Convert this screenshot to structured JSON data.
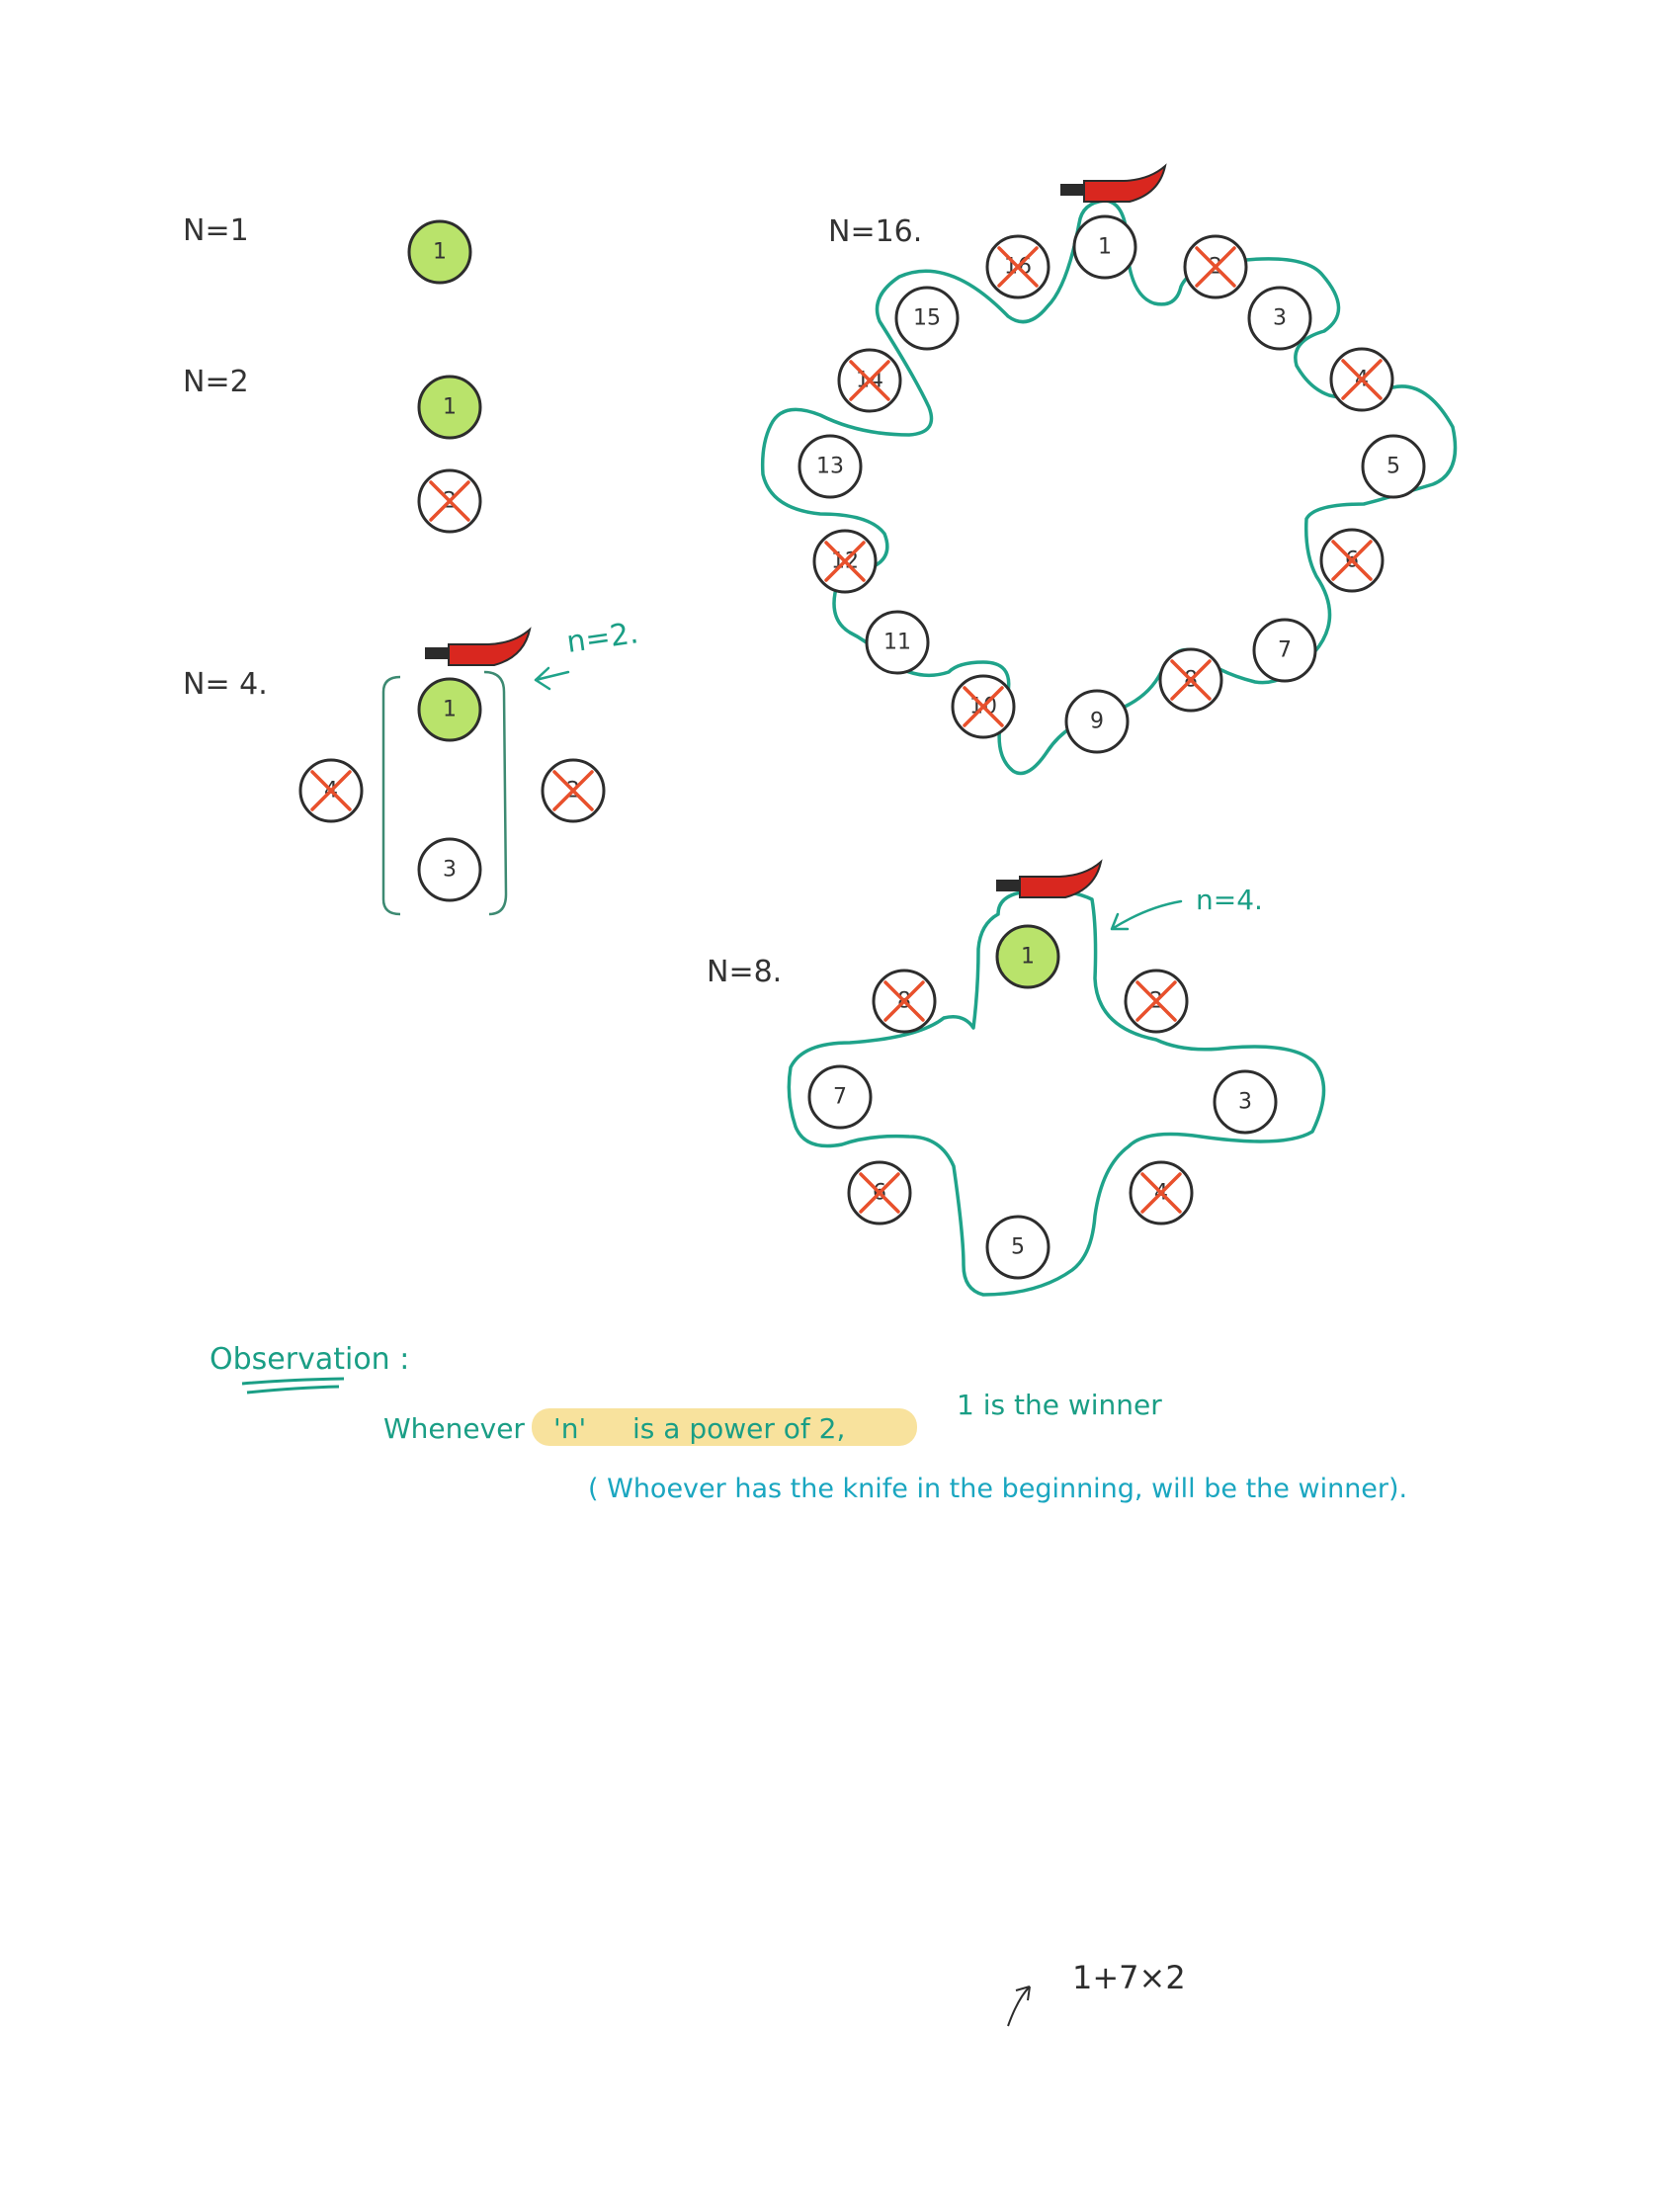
{
  "labels": {
    "n1": "N=1",
    "n2": "N=2",
    "n4": "N= 4.",
    "n8": "N=8.",
    "n16": "N=16.",
    "n4_arrow": "n=2.",
    "n8_arrow": "n=4."
  },
  "diagram_n1": {
    "nodes": [
      {
        "label": "1",
        "winner": true,
        "crossed": false
      }
    ]
  },
  "diagram_n2": {
    "nodes": [
      {
        "label": "1",
        "winner": true,
        "crossed": false
      },
      {
        "label": "2",
        "winner": false,
        "crossed": true
      }
    ]
  },
  "diagram_n4": {
    "nodes": [
      {
        "label": "1",
        "winner": true,
        "crossed": false
      },
      {
        "label": "2",
        "winner": false,
        "crossed": true
      },
      {
        "label": "3",
        "winner": false,
        "crossed": false
      },
      {
        "label": "4",
        "winner": false,
        "crossed": true
      }
    ]
  },
  "diagram_n8": {
    "nodes": [
      {
        "label": "1",
        "winner": true,
        "crossed": false
      },
      {
        "label": "2",
        "winner": false,
        "crossed": true
      },
      {
        "label": "3",
        "winner": false,
        "crossed": false
      },
      {
        "label": "4",
        "winner": false,
        "crossed": true
      },
      {
        "label": "5",
        "winner": false,
        "crossed": false
      },
      {
        "label": "6",
        "winner": false,
        "crossed": true
      },
      {
        "label": "7",
        "winner": false,
        "crossed": false
      },
      {
        "label": "8",
        "winner": false,
        "crossed": true
      }
    ]
  },
  "diagram_n16": {
    "nodes": [
      {
        "label": "1",
        "crossed": false
      },
      {
        "label": "2",
        "crossed": true
      },
      {
        "label": "3",
        "crossed": false
      },
      {
        "label": "4",
        "crossed": true
      },
      {
        "label": "5",
        "crossed": false
      },
      {
        "label": "6",
        "crossed": true
      },
      {
        "label": "7",
        "crossed": false
      },
      {
        "label": "8",
        "crossed": true
      },
      {
        "label": "9",
        "crossed": false
      },
      {
        "label": "10",
        "crossed": true
      },
      {
        "label": "11",
        "crossed": false
      },
      {
        "label": "12",
        "crossed": true
      },
      {
        "label": "13",
        "crossed": false
      },
      {
        "label": "14",
        "crossed": true
      },
      {
        "label": "15",
        "crossed": false
      },
      {
        "label": "16",
        "crossed": true
      }
    ]
  },
  "observation": {
    "heading": "Observation :",
    "line1_a": "Whenever",
    "line1_n": "'n'",
    "line1_b": "is a power of 2,",
    "line1_c": "1 is the winner",
    "line2": "( Whoever has the knife in the beginning, will be the winner)."
  },
  "formula": "1+7×2",
  "colors": {
    "winner_fill": "#b9e36b",
    "cross": "#e8502c",
    "teal": "#1fa38a",
    "cyan": "#1aa6c0",
    "knife_blade": "#d9271f",
    "highlight": "#f7dd8c"
  }
}
